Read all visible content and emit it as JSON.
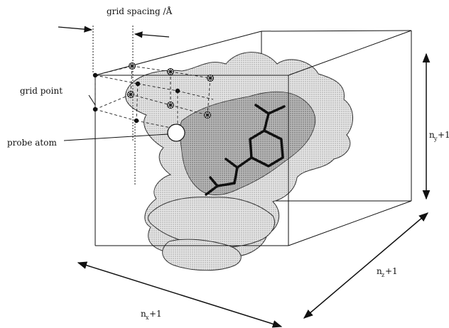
{
  "labels": {
    "grid_spacing": "grid spacing /Å",
    "grid_point": "grid point",
    "probe_atom": "probe atom",
    "x_dim": "n",
    "x_sub": "x",
    "x_suffix": "+1",
    "y_dim": "n",
    "y_sub": "y",
    "y_suffix": "+1",
    "z_dim": "n",
    "z_sub": "z",
    "z_suffix": "+1"
  },
  "colors": {
    "line": "#111111",
    "surface_fill": "#d9d9d9",
    "pocket_fill": "#a9a9a9",
    "background": "#ffffff"
  },
  "icons": {
    "grid_point_marker": "filled-dot",
    "grid_node_marker": "star-dot"
  }
}
